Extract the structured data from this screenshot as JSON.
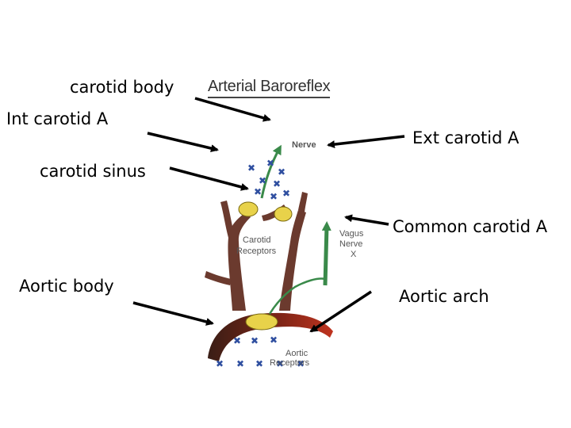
{
  "title": "Arterial Baroreflex",
  "labels": {
    "carotid_body": "carotid body",
    "int_carotid": "Int carotid A",
    "carotid_sinus": "carotid sinus",
    "aortic_body": "Aortic body",
    "ext_carotid": "Ext  carotid A",
    "common_carotid": "Common carotid A",
    "aortic_arch": "Aortic arch"
  },
  "figure_labels": {
    "nerve": "Nerve",
    "carotid_receptors_1": "Carotid",
    "carotid_receptors_2": "Receptors",
    "vagus_1": "Vagus",
    "vagus_2": "Nerve",
    "vagus_x": "X",
    "aortic_receptors_1": "Aortic",
    "aortic_receptors_2": "Receptors"
  },
  "colors": {
    "vessel": "#6b3a2e",
    "aorta": "#8a1f12",
    "nerve": "#3a8a4a",
    "receptor": "#2f4fa0",
    "body_fill": "#e8d24a",
    "arrow": "#000000"
  }
}
